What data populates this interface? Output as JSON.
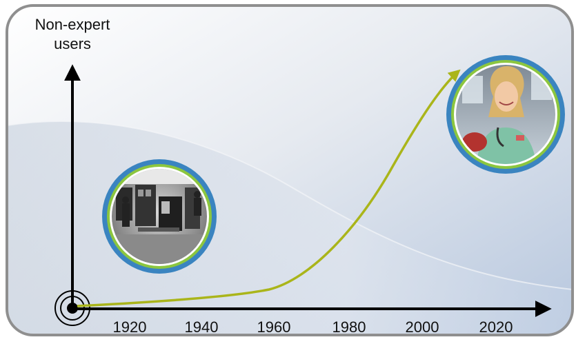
{
  "y_axis_label_line1": "Non-expert",
  "y_axis_label_line2": "users",
  "x_ticks": [
    "1920",
    "1940",
    "1960",
    "1980",
    "2000",
    "2020"
  ],
  "colors": {
    "frame": "#8f8f8f",
    "curve": "#aab51a",
    "ring_outer": "#3a84c0",
    "ring_inner": "#8cc63f",
    "axis": "#000000"
  },
  "images": [
    {
      "name": "early-computer-room-photo",
      "depicts": "black and white photo of early mainframe computer room"
    },
    {
      "name": "nurse-photo",
      "depicts": "smiling nurse in scrubs with stethoscope"
    }
  ]
}
